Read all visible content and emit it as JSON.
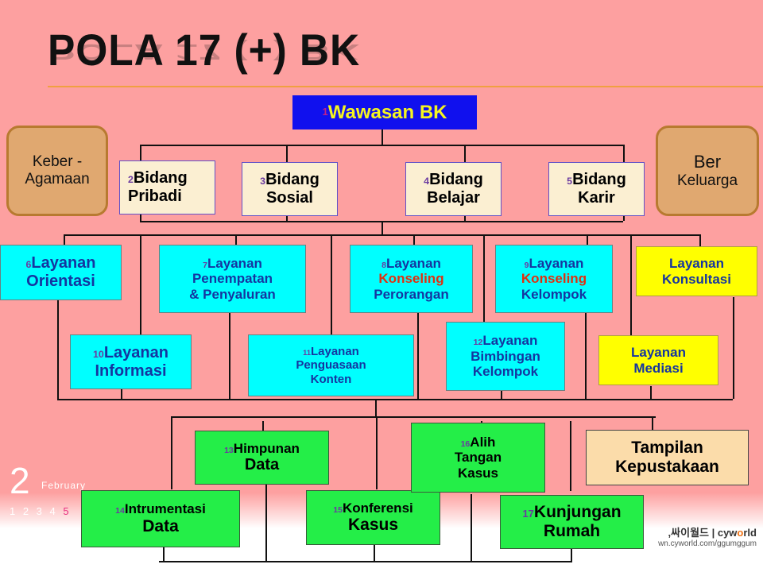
{
  "title": "POLA  17 (+) BK",
  "colors": {
    "background": "#fda0a0",
    "title_rule": "#f0a040",
    "wawasan_bg": "#1010ee",
    "wawasan_text": "#f5f520",
    "bidang_bg": "#fbefd2",
    "side_bg": "#e0a870",
    "layanan_bg": "#00ffff",
    "layanan_text": "#1535a0",
    "extra_layanan_bg": "#ffff00",
    "kegiatan_bg": "#24ee48",
    "kepustakaan_bg": "#fbdcaa",
    "number_color": "#6a3aa0",
    "konseling_highlight": "#e03010"
  },
  "root": {
    "num": "1",
    "label": "Wawasan BK"
  },
  "side_boxes": {
    "left": {
      "line1": "Keber -",
      "line2": "Agamaan"
    },
    "right": {
      "line1": "Ber",
      "line2": "Keluarga"
    }
  },
  "bidang": [
    {
      "num": "2",
      "line1": "Bidang",
      "line2": "Pribadi"
    },
    {
      "num": "3",
      "line1": "Bidang",
      "line2": "Sosial"
    },
    {
      "num": "4",
      "line1": "Bidang",
      "line2": "Belajar"
    },
    {
      "num": "5",
      "line1": "Bidang",
      "line2": "Karir"
    }
  ],
  "layanan": [
    {
      "num": "6",
      "line1": "Layanan",
      "line2": "Orientasi"
    },
    {
      "num": "7",
      "line1": "Layanan",
      "line2": "Penempatan",
      "line3": "& Penyaluran"
    },
    {
      "num": "8",
      "line1": "Layanan",
      "line2": "Konseling",
      "line3": "Perorangan"
    },
    {
      "num": "9",
      "line1": "Layanan",
      "line2": "Konseling",
      "line3": "Kelompok"
    },
    {
      "num": "",
      "line1": "Layanan",
      "line2": "Konsultasi"
    },
    {
      "num": "10",
      "line1": "Layanan",
      "line2": "Informasi"
    },
    {
      "num": "11",
      "line1": "Layanan",
      "line2": "Penguasaan",
      "line3": "Konten"
    },
    {
      "num": "12",
      "line1": "Layanan",
      "line2": "Bimbingan",
      "line3": "Kelompok"
    },
    {
      "num": "",
      "line1": "Layanan",
      "line2": "Mediasi"
    }
  ],
  "kegiatan": [
    {
      "num": "13",
      "line1": "Himpunan",
      "line2": "Data"
    },
    {
      "num": "14",
      "line1": "Intrumentasi",
      "line2": "Data"
    },
    {
      "num": "15",
      "line1": "Konferensi",
      "line2": "Kasus"
    },
    {
      "num": "16",
      "line1": "Alih",
      "line2": "Tangan",
      "line3": "Kasus"
    },
    {
      "num": "17",
      "line1": "Kunjungan",
      "line2": "Rumah"
    },
    {
      "num": "",
      "line1": "Tampilan",
      "line2": "Kepustakaan"
    }
  ],
  "decoration": {
    "big_number": "2",
    "month": "February",
    "days_before": "1 2 3 4",
    "day_highlight": "5",
    "brand_prefix": ",싸이월드 | cyw",
    "brand_o": "o",
    "brand_suffix": "rld",
    "url": "wn.cyworld.com/ggumggum"
  }
}
